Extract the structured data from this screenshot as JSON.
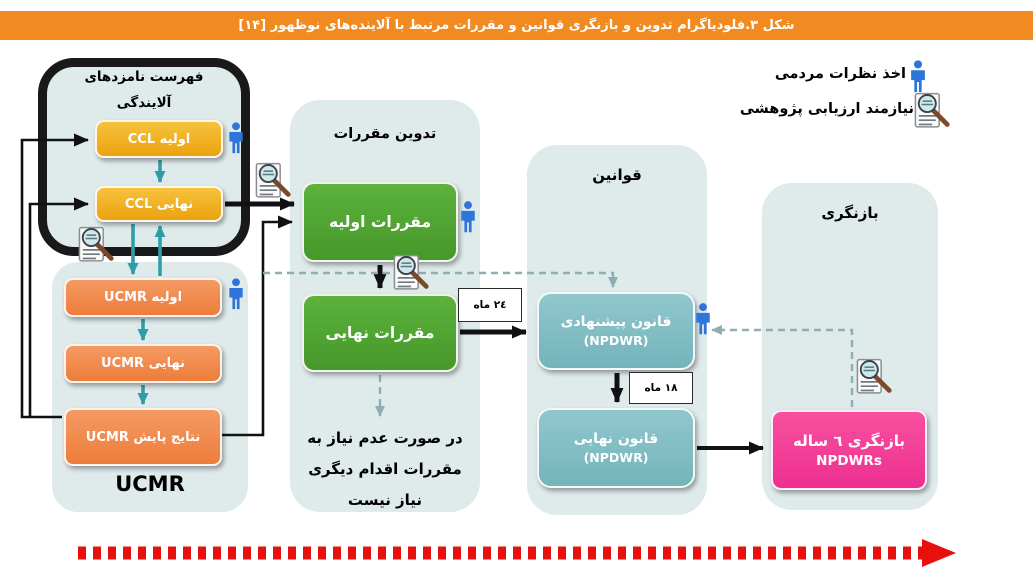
{
  "title_bar": {
    "text": "شکل ۳.فلودیاگرام تدوین و بازنگری قوانین و مقررات مرتبط با آلاینده‌های نوظهور [۱۴]"
  },
  "legend": {
    "public_comment": "اخذ نظرات مردمی",
    "research_eval": "نیازمند ارزیابی پژوهشی"
  },
  "ccl": {
    "title_line1": "فهرست نامزدهای",
    "title_line2": "آلایندگی",
    "initial": "CCL اولیه",
    "final": "CCL نهایی"
  },
  "ucmr": {
    "initial": "UCMR اولیه",
    "final": "UCMR نهایی",
    "results": "نتایج پایش UCMR",
    "caption": "UCMR"
  },
  "regulation": {
    "title": "تدوین مقررات",
    "initial": "مقررات اولیه",
    "final": "مقررات نهایی",
    "note_line1": "در صورت عدم نیاز به",
    "note_line2": "مقررات اقدام دیگری",
    "note_line3": "نیاز نیست"
  },
  "law": {
    "title": "قوانین",
    "proposed": "قانون پیشنهادی",
    "proposed_sub": "(NPDWR)",
    "final": "قانون نهایی",
    "final_sub": "(NPDWR)"
  },
  "review": {
    "title": "بازنگری",
    "box_line1": "بازنگری ٦ ساله",
    "box_line2": "NPDWRs"
  },
  "durations": {
    "to_proposed": "٢٤ ماه",
    "to_final": "١٨ ماه"
  },
  "colors": {
    "title_bar": "#F18A21",
    "container": "#DFEAEB",
    "ccl_box": "#F2B01E",
    "ucmr_box": "#EF8A4C",
    "regulation_box": "#4FA732",
    "law_box": "#81BFC6",
    "review_box": "#F23E98",
    "person_icon": "#2E74D9",
    "dashed_line": "#8FAEB4",
    "teal_arrow": "#2F9EA8",
    "timeline_arrow": "#E8100C",
    "black_line": "#111111"
  }
}
